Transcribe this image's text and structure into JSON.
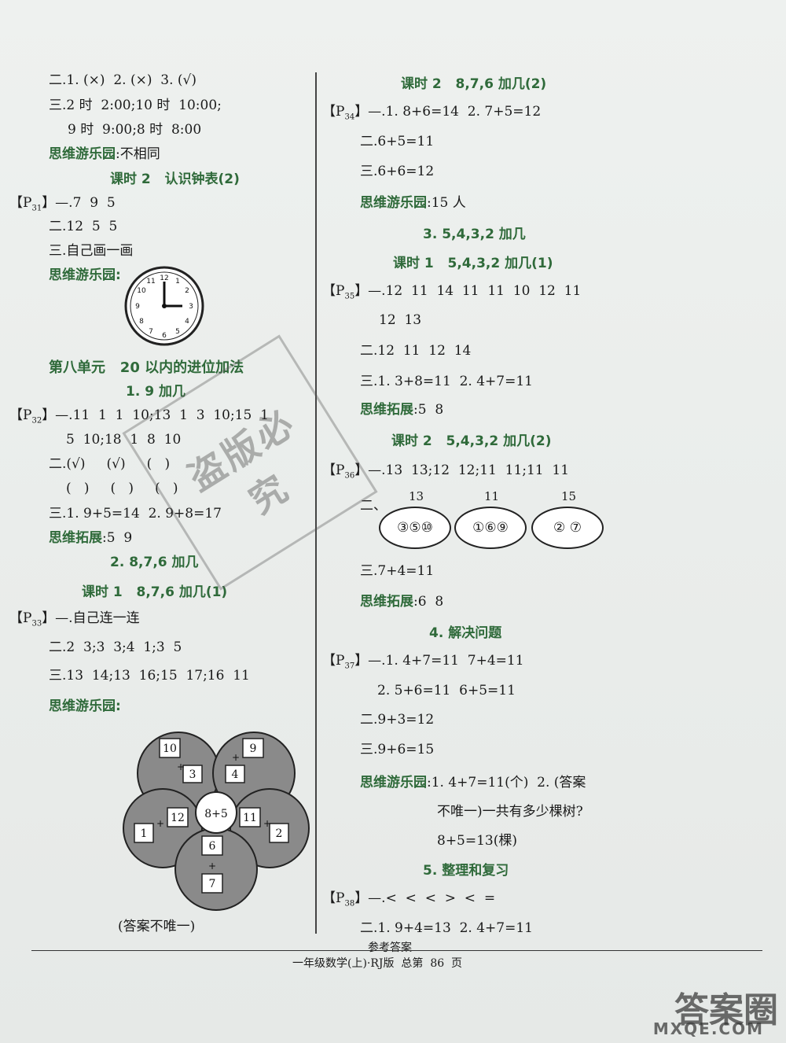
{
  "left": {
    "l1": "二.1. (×)  2. (×)  3. (√)",
    "l2": "三.2 时  2:00;10 时  10:00;",
    "l3": "9 时  9:00;8 时  8:00",
    "l4_label": "思维游乐园",
    "l4_val": ":不相同",
    "lesson2": "课时 2   认识钟表(2)",
    "p31": "【P",
    "p31_sub": "31",
    "p31_rest": "】—.7  9  5",
    "l6": "二.12  5  5",
    "l7": "三.自己画一画",
    "l8_label": "思维游乐园:",
    "unit8": "第八单元   20 以内的进位加法",
    "sec1": "1. 9 加几",
    "p32": "【P",
    "p32_sub": "32",
    "p32_rest": "】—.11  1  1  10;13  1  3  10;15  1",
    "l10": "5  10;18  1  8  10",
    "l11": "二.(√)     (√)     (   )",
    "l12": "(   )     (   )     (   )",
    "l13": "三.1. 9+5=14  2. 9+8=17",
    "l14_label": "思维拓展",
    "l14_val": ":5  9",
    "sec2": "2. 8,7,6 加几",
    "lesson1": "课时 1   8,7,6 加几(1)",
    "p33": "【P",
    "p33_sub": "33",
    "p33_rest": "】—.自己连一连",
    "l16": "二.2  3;3  3;4  1;3  5",
    "l17": "三.13  14;13  16;15  17;16  11",
    "l18_label": "思维游乐园:",
    "note": "(答案不唯一)",
    "flower": {
      "tl": "10",
      "tr": "9",
      "ml": "3",
      "mr": "4",
      "center": "8+5",
      "cl": "12",
      "cr": "11",
      "bl": "1",
      "br": "2",
      "bc": "6",
      "bb": "7"
    }
  },
  "right": {
    "lesson2": "课时 2   8,7,6 加几(2)",
    "p34": "【P",
    "p34_sub": "34",
    "p34_rest": "】—.1. 8+6=14  2. 7+5=12",
    "r2": "二.6+5=11",
    "r3": "三.6+6=12",
    "r4_label": "思维游乐园",
    "r4_val": ":15 人",
    "sec3": "3. 5,4,3,2 加几",
    "lesson1": "课时 1   5,4,3,2 加几(1)",
    "p35": "【P",
    "p35_sub": "35",
    "p35_rest": "】—.12  11  14  11  11  10  12  11",
    "r6": "12  13",
    "r7": "二.12  11  12  14",
    "r8": "三.1. 3+8=11  2. 4+7=11",
    "r9_label": "思维拓展",
    "r9_val": ":5  8",
    "lesson2b": "课时 2   5,4,3,2 加几(2)",
    "p36": "【P",
    "p36_sub": "36",
    "p36_rest": "】—.13  13;12  12;11  11;11  11",
    "r10_prefix": "二、",
    "oval_nums": [
      "13",
      "11",
      "15"
    ],
    "ovals": [
      "③⑤⑩",
      "①⑥⑨",
      "②  ⑦"
    ],
    "r11": "三.7+4=11",
    "r12_label": "思维拓展",
    "r12_val": ":6  8",
    "sec4": "4. 解决问题",
    "p37": "【P",
    "p37_sub": "37",
    "p37_rest": "】—.1. 4+7=11  7+4=11",
    "r14": "2. 5+6=11  6+5=11",
    "r15": "二.9+3=12",
    "r16": "三.9+6=15",
    "r17_label": "思维游乐园",
    "r17_val": ":1. 4+7=11(个)  2. (答案",
    "r18": "不唯一)一共有多少棵树?",
    "r19": "8+5=13(棵)",
    "sec5": "5. 整理和复习",
    "p38": "【P",
    "p38_sub": "38",
    "p38_rest": "】—.<  <  <  >  <  =",
    "r21": "二.1. 9+4=13  2. 4+7=11"
  },
  "footer": {
    "title": "参考答案",
    "sub": "一年级数学(上)·RJ版  总第  86  页"
  },
  "stamp_text": "盗版必究",
  "watermark": "答案圈",
  "watermark_url": "MXQE.COM"
}
